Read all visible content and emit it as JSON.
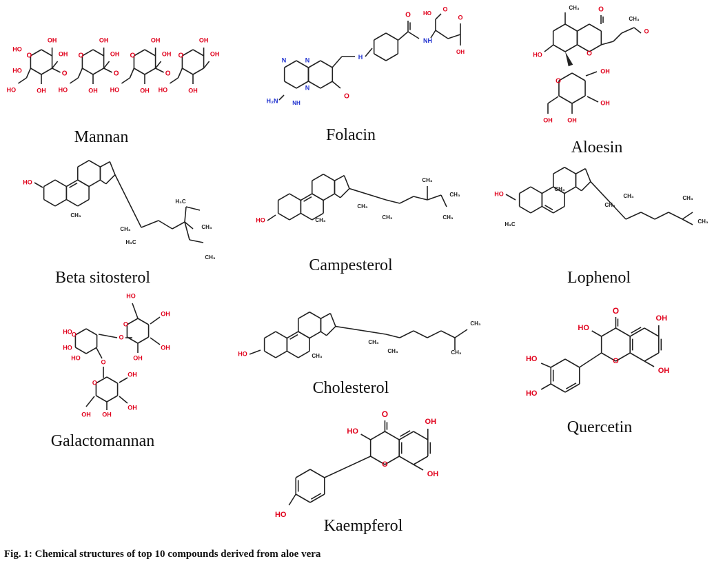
{
  "figure": {
    "caption": "Fig. 1: Chemical structures of top 10 compounds derived from aloe vera",
    "compounds": [
      {
        "name": "Mannan"
      },
      {
        "name": "Folacin"
      },
      {
        "name": "Aloesin"
      },
      {
        "name": "Beta sitosterol"
      },
      {
        "name": "Campesterol"
      },
      {
        "name": "Lophenol"
      },
      {
        "name": "Galactomannan"
      },
      {
        "name": "Cholesterol"
      },
      {
        "name": "Quercetin"
      },
      {
        "name": "Kaempferol"
      }
    ]
  },
  "atom_labels": {
    "hydroxyl": "OH",
    "hydroxyl_left": "HO",
    "oxygen": "O",
    "nitrogen_h": "NH",
    "amine": "H₂N",
    "methyl": "CH₃",
    "methyl_left": "H₃C",
    "hydrogen": "H"
  },
  "colors": {
    "bond": "#222222",
    "oxygen": "#e0001b",
    "nitrogen": "#1d2fcf",
    "carbon_label": "#222222"
  }
}
